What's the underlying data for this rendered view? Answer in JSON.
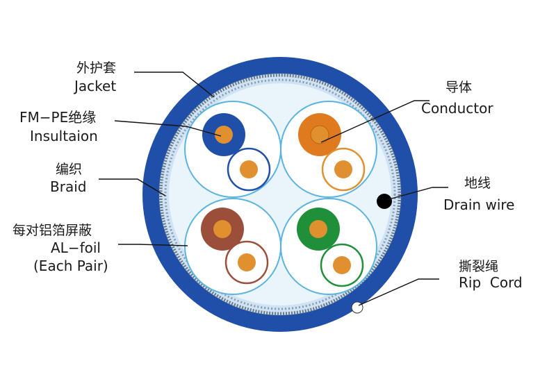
{
  "labels": {
    "jacket": {
      "cn": "外护套",
      "en": "Jacket"
    },
    "insulation": {
      "cn": "FM−PE绝缘",
      "en": "Insultaion"
    },
    "braid": {
      "cn": "编织",
      "en": "Braid"
    },
    "foil": {
      "cn": "每对铝箔屏蔽",
      "en": "AL−foil",
      "en2": "(Each Pair)"
    },
    "conductor": {
      "cn": "导体",
      "en": "Conductor"
    },
    "drain": {
      "cn": "地线",
      "en": "Drain wire"
    },
    "rip": {
      "cn": "撕裂绳",
      "en": "Rip  Cord"
    }
  },
  "colors": {
    "jacket": "#1f4fa8",
    "braid_ring": "#c9dff3",
    "inner_fill": "#e8f3fb",
    "foil_circle": "#5bb4e0",
    "copper": "#e0902f",
    "pair_blue": "#1f4fa8",
    "pair_orange": "#e07a1f",
    "pair_brown": "#9b4f3a",
    "pair_green": "#1f8f3a",
    "drain_wire": "#000000",
    "rip_cord": "#ffffff"
  }
}
